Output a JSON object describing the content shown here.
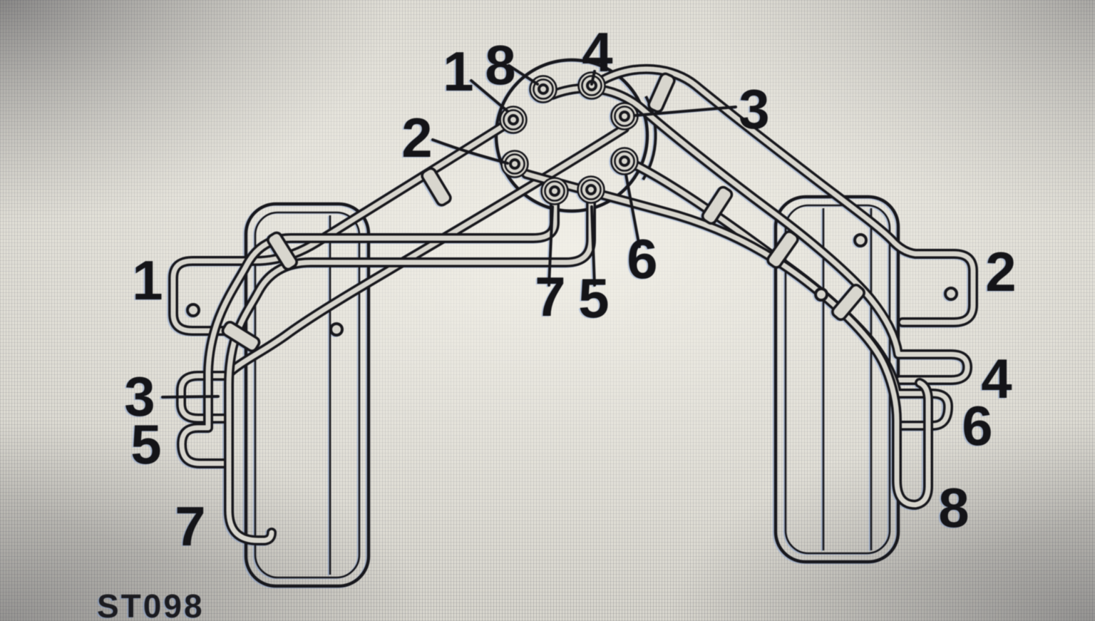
{
  "diagram": {
    "caption": "ST098",
    "pump_port_labels": {
      "p1": "1",
      "p2": "2",
      "p3": "3",
      "p4": "4",
      "p5": "5",
      "p6": "6",
      "p7": "7",
      "p8": "8"
    },
    "left_bank_labels": {
      "c1": "1",
      "c3": "3",
      "c5": "5",
      "c7": "7"
    },
    "right_bank_labels": {
      "c2": "2",
      "c4": "4",
      "c6": "6",
      "c8": "8"
    },
    "colors": {
      "ink": "#17171c",
      "paper": "#d6d4cc",
      "vignette": "#9a9893"
    }
  }
}
